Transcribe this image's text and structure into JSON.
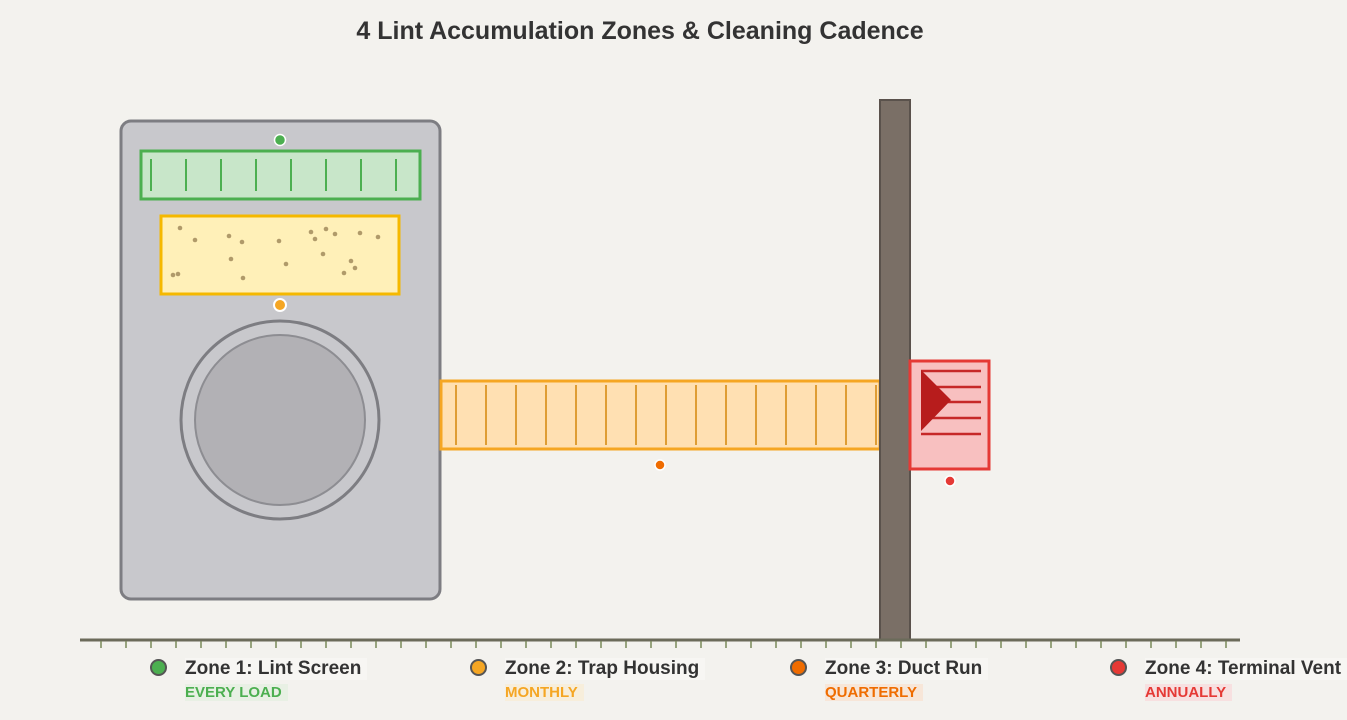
{
  "title": "4 Lint Accumulation Zones & Cleaning Cadence",
  "zones": [
    {
      "name": "Zone 1: Lint Screen",
      "cadence": "EVERY LOAD",
      "color": "#4caf50",
      "highlight": "#e8f0e4"
    },
    {
      "name": "Zone 2: Trap Housing",
      "cadence": "MONTHLY",
      "color": "#f5a623",
      "highlight": "#f7eedb"
    },
    {
      "name": "Zone 3: Duct Run",
      "cadence": "QUARTERLY",
      "color": "#ef6c00",
      "highlight": "#f7e6d8"
    },
    {
      "name": "Zone 4: Terminal Vent",
      "cadence": "ANNUALLY",
      "color": "#e53935",
      "highlight": "#f7e0e0"
    }
  ],
  "colors": {
    "background": "#f3f2ee",
    "dryer_body": "#c8c8cc",
    "wall": "#7a6f66",
    "ground": "#6b6b5a",
    "screen_fill": "#c8e6c9",
    "housing_fill": "#fff0b8",
    "duct_fill": "#ffe0b2",
    "vent_fill": "#f8c0c0",
    "vent_flap": "#b71c1c"
  }
}
